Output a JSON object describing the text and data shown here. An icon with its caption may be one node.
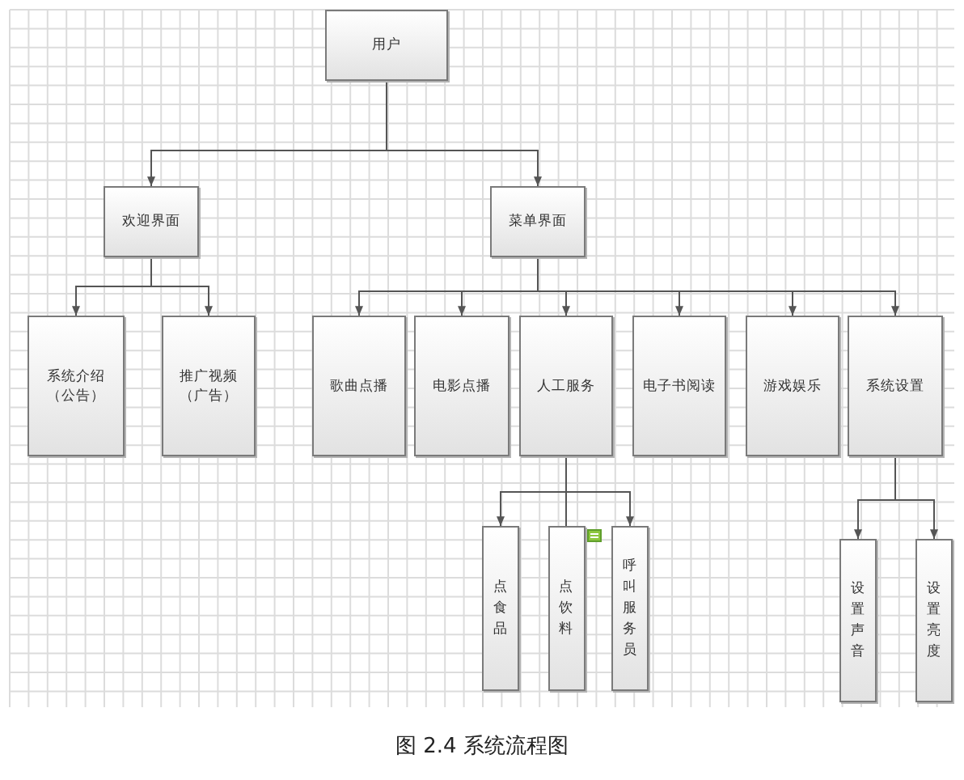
{
  "diagram": {
    "caption": "图 2.4 系统流程图",
    "nodes": [
      {
        "text": [
          "用户"
        ]
      },
      {
        "text": [
          "欢迎界面"
        ]
      },
      {
        "text": [
          "菜单界面"
        ]
      },
      {
        "text": [
          "系统介绍（公告）"
        ]
      },
      {
        "text": [
          "推广视频（广告）"
        ]
      },
      {
        "text": [
          "歌曲点播"
        ]
      },
      {
        "text": [
          "电影点播"
        ]
      },
      {
        "text": [
          "人工服务"
        ]
      },
      {
        "text": [
          "电子书阅读"
        ]
      },
      {
        "text": [
          "游戏娱乐"
        ]
      },
      {
        "text": [
          "系统设置"
        ]
      },
      {
        "text": [
          "点食品"
        ]
      },
      {
        "text": [
          "点饮料"
        ]
      },
      {
        "text": [
          "呼叫服务员"
        ]
      },
      {
        "text": [
          "设置声音"
        ]
      },
      {
        "text": [
          "设置亮度"
        ]
      }
    ],
    "edges": [
      {
        "from": 0,
        "to": 1,
        "arrow": "to"
      },
      {
        "from": 0,
        "to": 2,
        "arrow": "to"
      },
      {
        "from": 1,
        "to": 3,
        "arrow": "to"
      },
      {
        "from": 1,
        "to": 4,
        "arrow": "to"
      },
      {
        "from": 2,
        "to": 5,
        "arrow": "to"
      },
      {
        "from": 2,
        "to": 6,
        "arrow": "to"
      },
      {
        "from": 2,
        "to": 7,
        "arrow": "to"
      },
      {
        "from": 2,
        "to": 8,
        "arrow": "to"
      },
      {
        "from": 2,
        "to": 9,
        "arrow": "to"
      },
      {
        "from": 2,
        "to": 10,
        "arrow": "to"
      },
      {
        "from": 7,
        "to": 11,
        "arrow": "to"
      },
      {
        "from": 7,
        "to": 12,
        "arrow": "none"
      },
      {
        "from": 7,
        "to": 13,
        "arrow": "to"
      },
      {
        "from": 10,
        "to": 14,
        "arrow": "to"
      },
      {
        "from": 10,
        "to": 15,
        "arrow": "to"
      }
    ]
  }
}
